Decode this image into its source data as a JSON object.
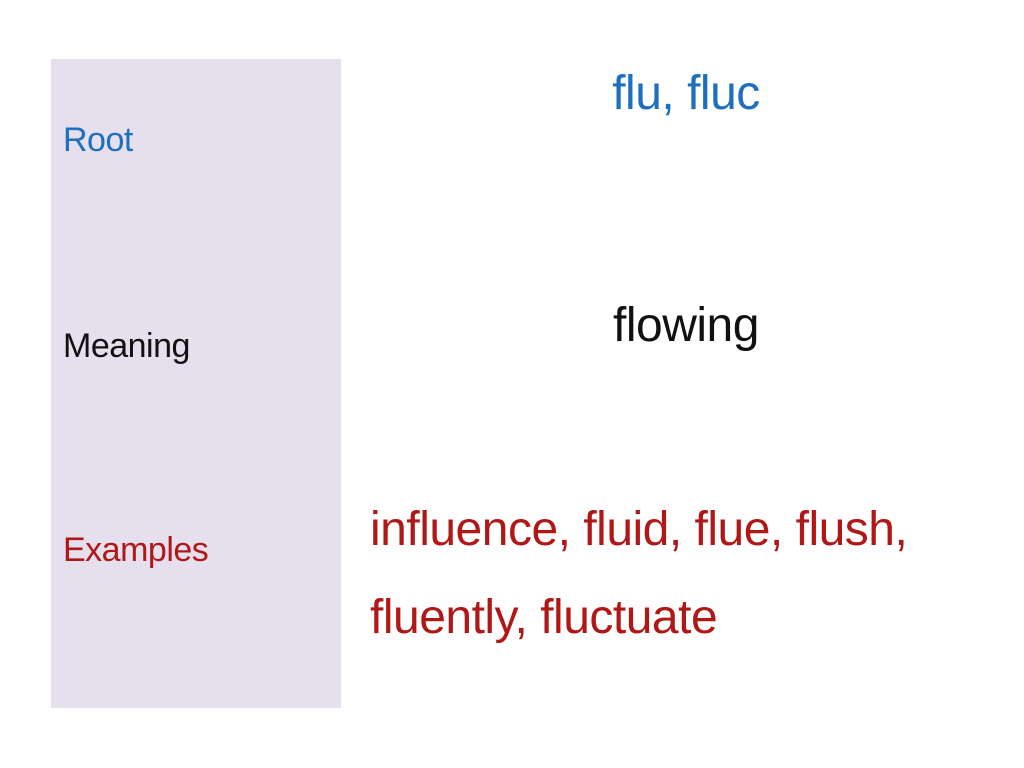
{
  "labels": {
    "root": "Root",
    "meaning": "Meaning",
    "examples": "Examples"
  },
  "values": {
    "root": "flu, fluc",
    "meaning": "flowing",
    "examples_line1": "influence, fluid, flue, flush,",
    "examples_line2": "fluently, fluctuate"
  },
  "colors": {
    "panel": "#e6dfee",
    "root": "#1f6fbf",
    "meaning": "#111111",
    "examples": "#b01818"
  }
}
